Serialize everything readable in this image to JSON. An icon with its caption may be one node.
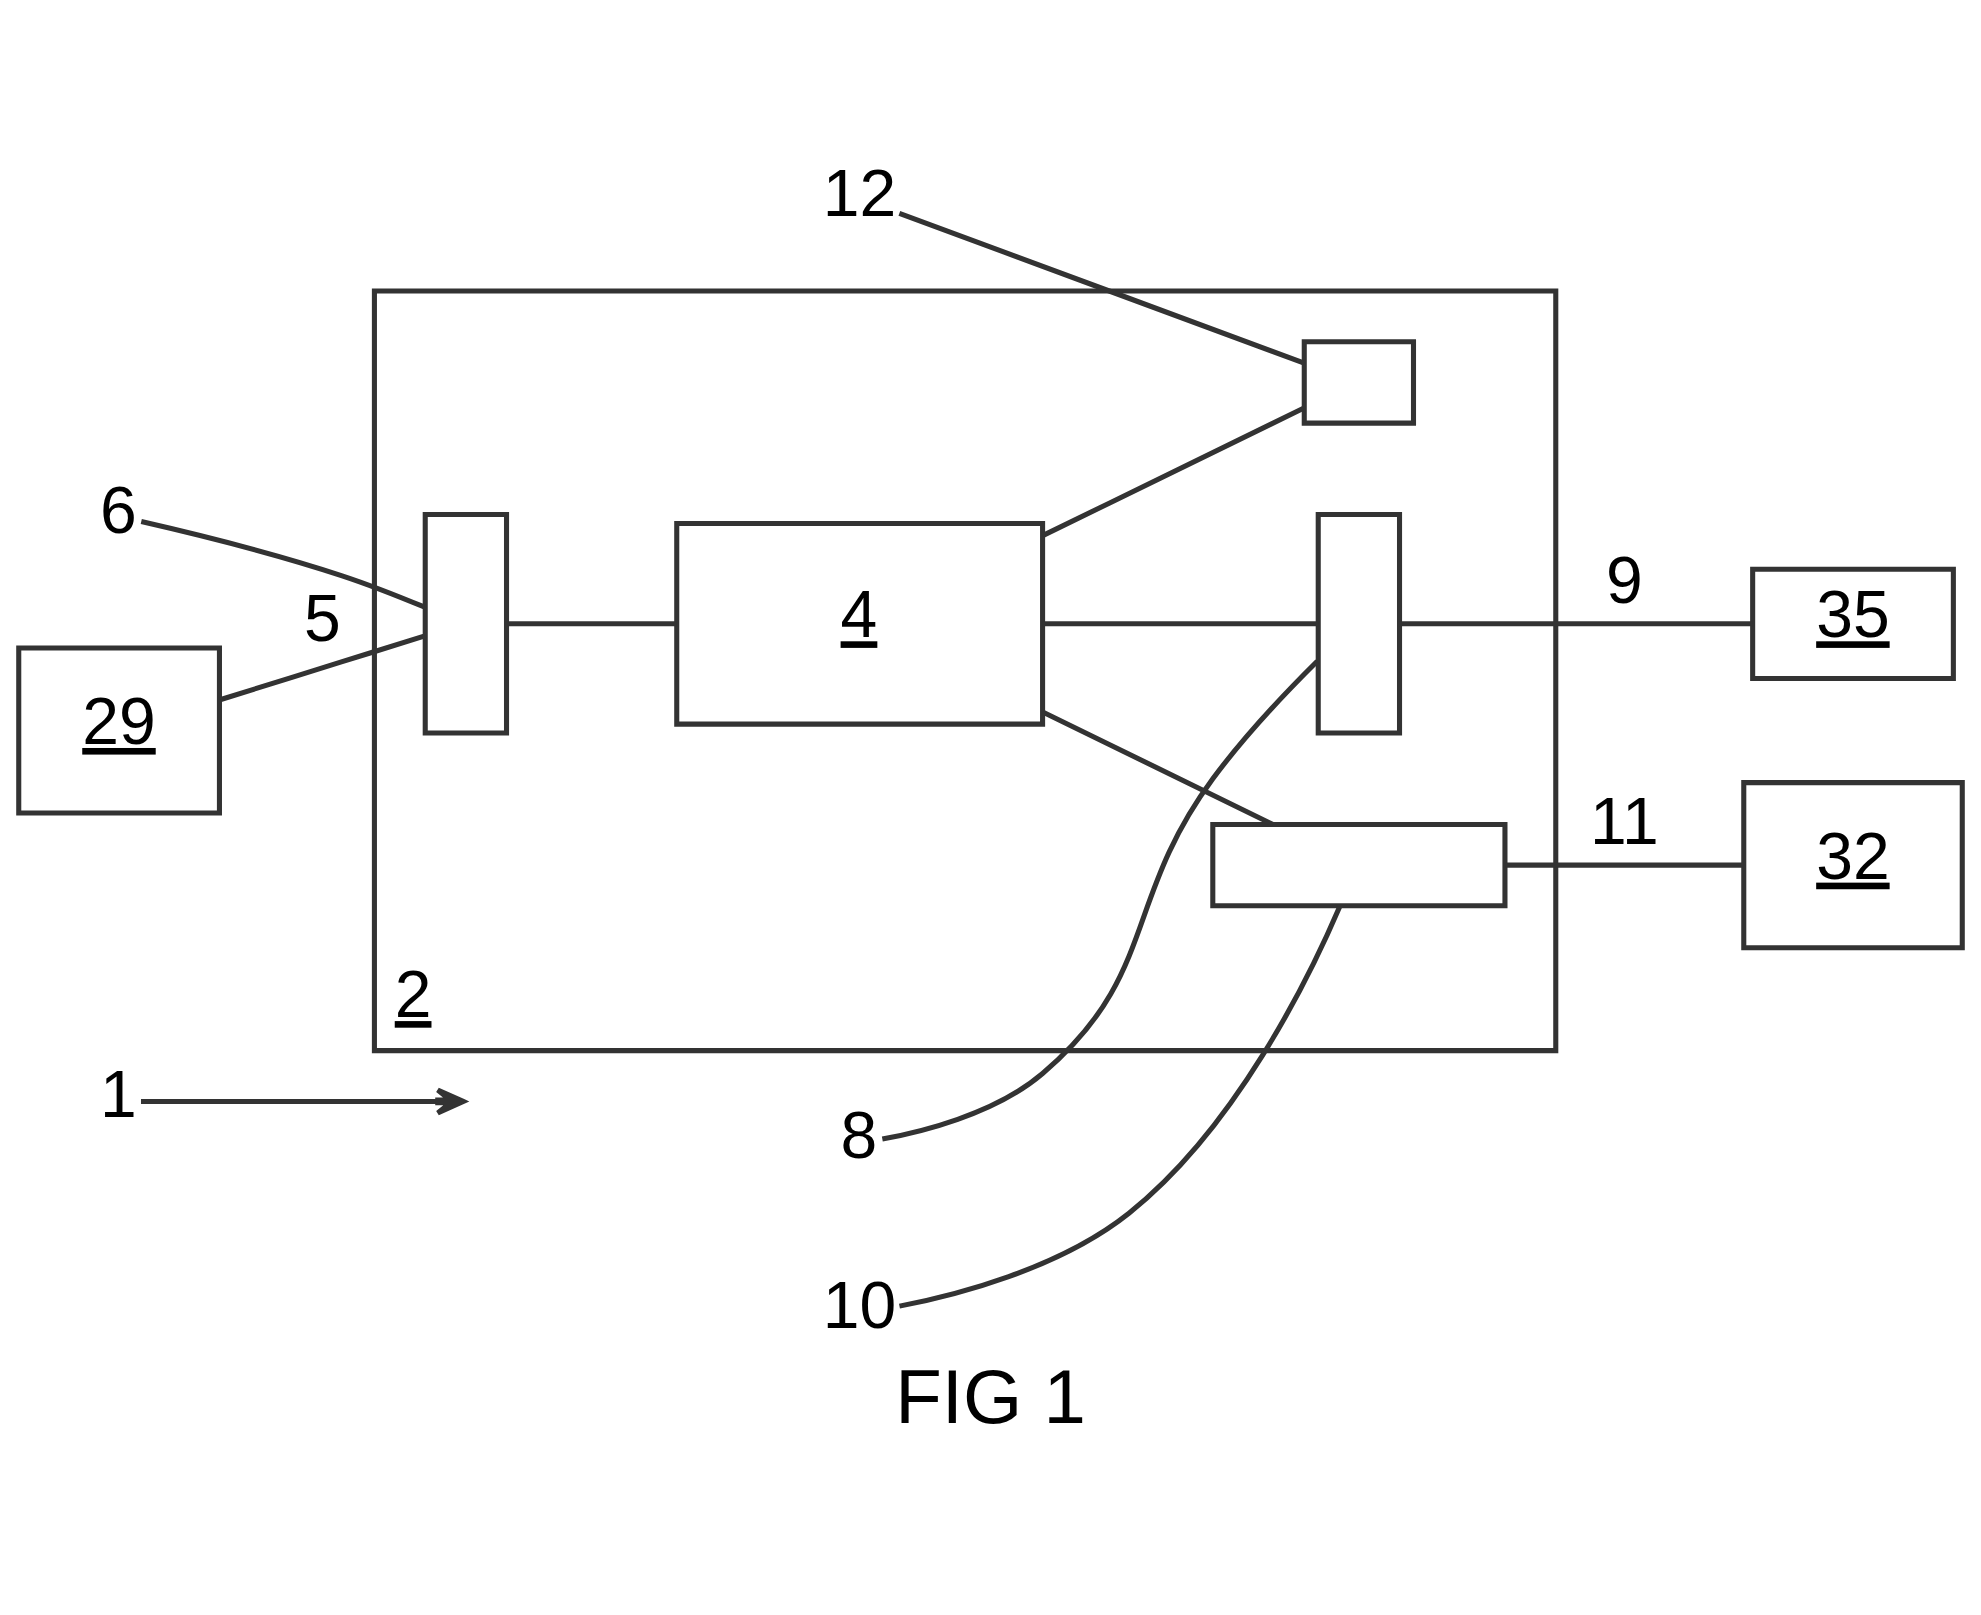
{
  "diagram": {
    "caption": "FIG 1",
    "nodes": [
      {
        "text": [
          "29"
        ]
      },
      {
        "text": [
          "6"
        ]
      },
      {
        "text": [
          "2"
        ]
      },
      {
        "text": [],
        "shape": "box",
        "in": 2
      },
      {
        "text": [
          "12"
        ]
      },
      {
        "text": [],
        "shape": "box",
        "in": 2
      },
      {
        "text": [
          "4"
        ],
        "in": 2
      },
      {
        "text": [
          "8"
        ]
      },
      {
        "text": [],
        "shape": "box",
        "in": 2
      },
      {
        "text": [],
        "shape": "box",
        "in": 2
      },
      {
        "text": [
          "10"
        ]
      },
      {
        "text": [
          "35"
        ]
      },
      {
        "text": [
          "32"
        ]
      },
      {
        "text": [
          "1"
        ]
      }
    ],
    "edges": [
      {
        "from": 0,
        "to": 3,
        "arrow": "none",
        "label": "5"
      },
      {
        "from": 3,
        "to": 6,
        "arrow": "none"
      },
      {
        "from": 6,
        "to": 5,
        "arrow": "none"
      },
      {
        "from": 6,
        "to": 8,
        "arrow": "none"
      },
      {
        "from": 8,
        "to": 11,
        "arrow": "none",
        "label": "9"
      },
      {
        "from": 6,
        "to": 9,
        "arrow": "none"
      },
      {
        "from": 9,
        "to": 12,
        "arrow": "none",
        "label": "11"
      },
      {
        "from": 1,
        "to": 3,
        "arrow": "none"
      },
      {
        "from": 4,
        "to": 5,
        "arrow": "none"
      },
      {
        "from": 7,
        "to": 8,
        "arrow": "none"
      },
      {
        "from": 10,
        "to": 9,
        "arrow": "none"
      },
      {
        "from": 13,
        "to": null,
        "arrow": "to"
      }
    ]
  }
}
